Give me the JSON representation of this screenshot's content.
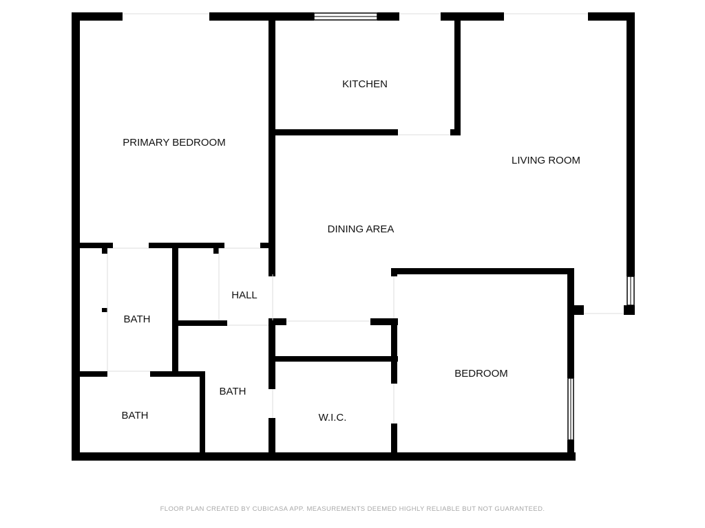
{
  "rooms": {
    "primary_bedroom": "PRIMARY BEDROOM",
    "kitchen": "KITCHEN",
    "living_room": "LIVING ROOM",
    "dining_area": "DINING AREA",
    "hall": "HALL",
    "bath_upper": "BATH",
    "bath_middle": "BATH",
    "bath_lower": "BATH",
    "walk_in_closet": "W.I.C.",
    "bedroom": "BEDROOM"
  },
  "footer": {
    "disclaimer": "FLOOR PLAN CREATED BY CUBICASA APP. MEASUREMENTS DEEMED HIGHLY RELIABLE BUT NOT GUARANTEED."
  },
  "colors": {
    "wall": "#000000",
    "background": "#ffffff",
    "label": "#111111",
    "footer_text": "#a8a8a8"
  }
}
